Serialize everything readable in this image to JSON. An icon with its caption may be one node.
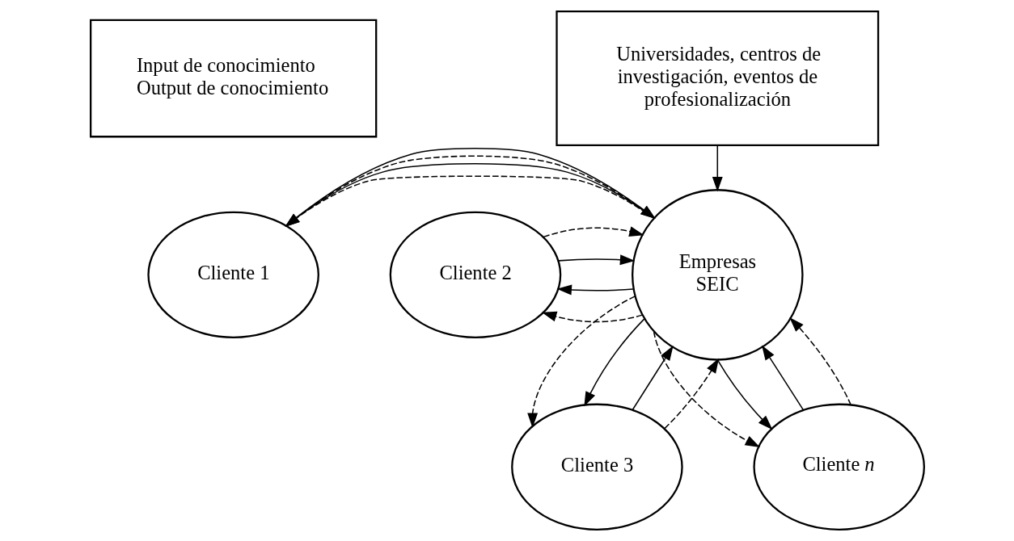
{
  "diagram": {
    "nodes": [
      {
        "text": [
          "Input de conocimiento",
          "Output de conocimiento"
        ]
      },
      {
        "text": [
          "Universidades, centros de investigación, eventos de profesionalización"
        ]
      },
      {
        "text": [
          "Cliente 1"
        ]
      },
      {
        "text": [
          "Empresas SEIC"
        ]
      },
      {
        "text": [
          "Cliente 2"
        ]
      },
      {
        "text": [
          "Cliente 3"
        ]
      },
      {
        "text": [
          "Cliente *n*"
        ]
      }
    ],
    "edges": [
      {
        "from": 1,
        "to": 3,
        "arrow": "to"
      },
      {
        "from": 3,
        "to": 2,
        "arrow": "to",
        "style": "dashed"
      },
      {
        "from": 3,
        "to": 2,
        "arrow": "to"
      },
      {
        "from": 2,
        "to": 3,
        "arrow": "to",
        "style": "dashed"
      },
      {
        "from": 2,
        "to": 3,
        "arrow": "to"
      },
      {
        "from": 3,
        "to": 4,
        "arrow": "to",
        "style": "dashed"
      },
      {
        "from": 3,
        "to": 4,
        "arrow": "to"
      },
      {
        "from": 4,
        "to": 3,
        "arrow": "to"
      },
      {
        "from": 4,
        "to": 3,
        "arrow": "to",
        "style": "dashed"
      },
      {
        "from": 3,
        "to": 5,
        "arrow": "to",
        "style": "dashed"
      },
      {
        "from": 3,
        "to": 5,
        "arrow": "to"
      },
      {
        "from": 5,
        "to": 3,
        "arrow": "to"
      },
      {
        "from": 5,
        "to": 3,
        "arrow": "to",
        "style": "dashed"
      },
      {
        "from": 3,
        "to": 6,
        "arrow": "to",
        "style": "dashed"
      },
      {
        "from": 3,
        "to": 6,
        "arrow": "to"
      },
      {
        "from": 6,
        "to": 3,
        "arrow": "to"
      },
      {
        "from": 6,
        "to": 3,
        "arrow": "to",
        "style": "dashed"
      }
    ]
  }
}
